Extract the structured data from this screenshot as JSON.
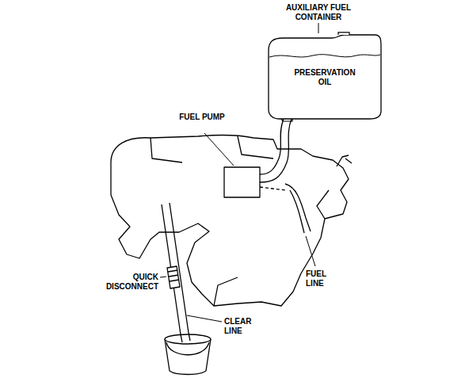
{
  "diagram": {
    "nodes": [
      {
        "text": [
          "PRESERVATION OIL"
        ]
      }
    ],
    "labels": [
      "AUXILIARY FUEL CONTAINER",
      "FUEL PUMP",
      "FUEL LINE",
      "QUICK DISCONNECT",
      "CLEAR LINE"
    ]
  }
}
